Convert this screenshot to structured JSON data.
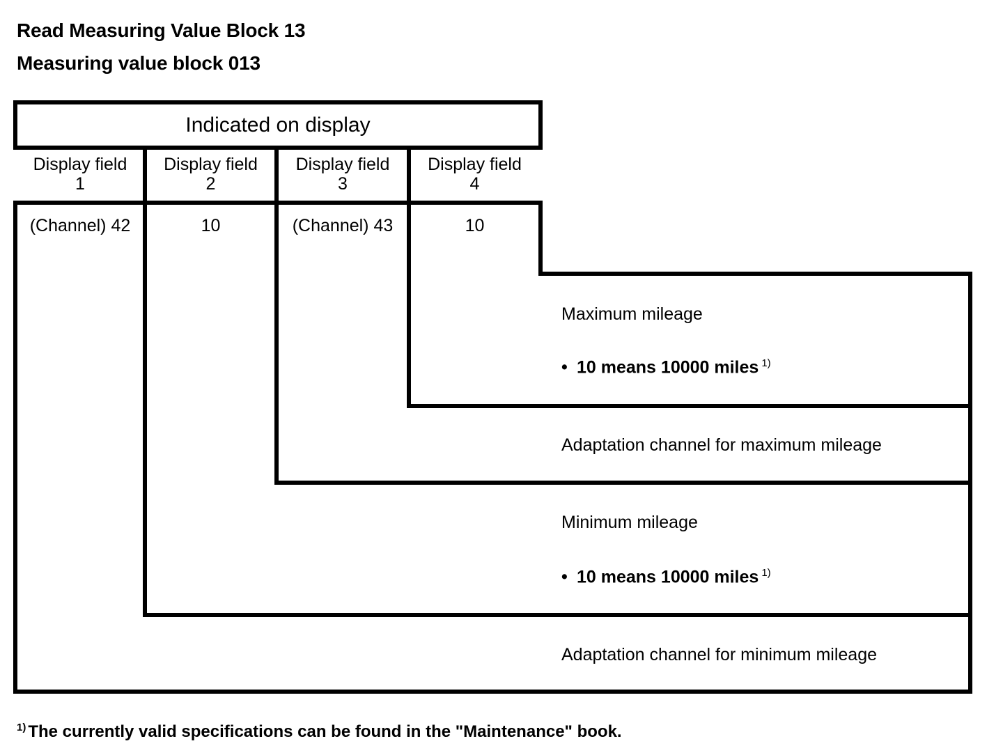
{
  "document": {
    "title_line_1": "Read Measuring Value Block 13",
    "title_line_2": "Measuring value block 013"
  },
  "table": {
    "header_span_label": "Indicated on display",
    "columns": [
      {
        "label": "Display field",
        "number": "1",
        "value": "(Channel) 42"
      },
      {
        "label": "Display field",
        "number": "2",
        "value": "10"
      },
      {
        "label": "Display field",
        "number": "3",
        "value": "(Channel) 43"
      },
      {
        "label": "Display field",
        "number": "4",
        "value": "10"
      }
    ]
  },
  "descriptions": [
    {
      "name": "maximum-mileage",
      "title": "Maximum mileage",
      "bullet": "10 means 10000 miles",
      "bullet_footnote_marker": "1)",
      "bullet_glyph": "•"
    },
    {
      "name": "adaptation-channel-maximum-mileage",
      "title": "Adaptation channel for maximum mileage"
    },
    {
      "name": "minimum-mileage",
      "title": "Minimum mileage",
      "bullet": "10 means 10000 miles",
      "bullet_footnote_marker": "1)",
      "bullet_glyph": "•"
    },
    {
      "name": "adaptation-channel-minimum-mileage",
      "title": "Adaptation channel for minimum mileage"
    }
  ],
  "footnote": {
    "marker": "1)",
    "text": "The currently valid specifications can be found in the \"Maintenance\" book."
  },
  "colors": {
    "ink": "#000000",
    "paper": "#ffffff"
  }
}
